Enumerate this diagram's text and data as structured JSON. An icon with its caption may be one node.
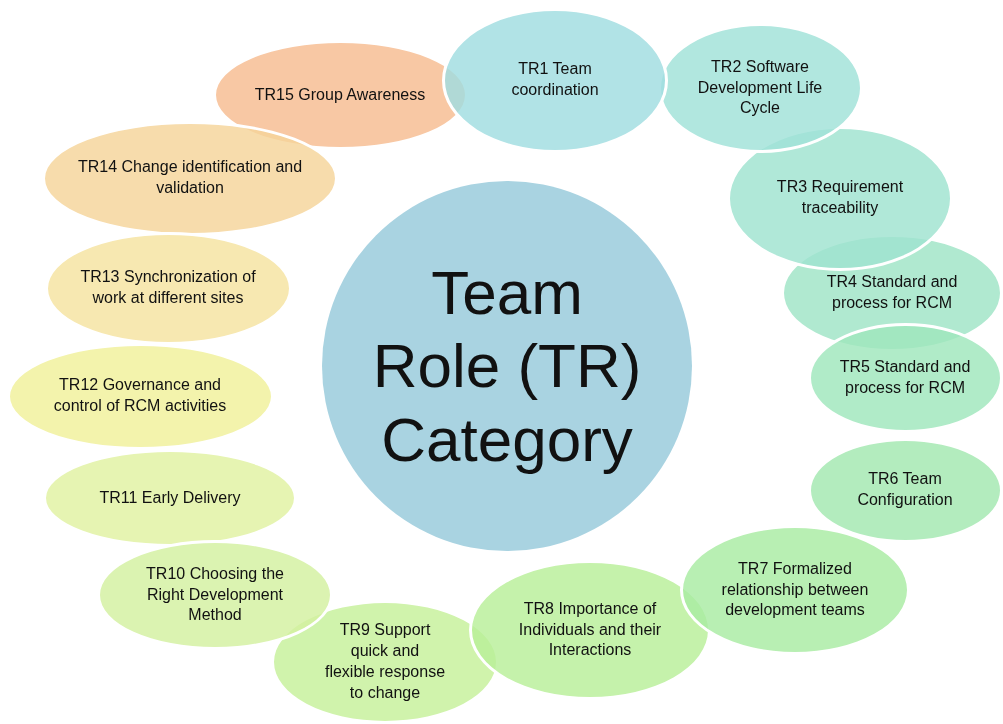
{
  "diagram": {
    "nodes": [
      {
        "text": [
          "Team Role (TR) Category"
        ]
      },
      {
        "text": [
          "TR1 Team coordination"
        ]
      },
      {
        "text": [
          "TR2 Software Development Life Cycle"
        ]
      },
      {
        "text": [
          "TR3 Requirement traceability"
        ]
      },
      {
        "text": [
          "TR4 Standard and process for RCM"
        ]
      },
      {
        "text": [
          "TR5 Standard and process for RCM"
        ]
      },
      {
        "text": [
          "TR6 Team Configuration"
        ]
      },
      {
        "text": [
          "TR7 Formalized relationship between development teams"
        ]
      },
      {
        "text": [
          "TR8 Importance of Individuals and their Interactions"
        ]
      },
      {
        "text": [
          "TR9 Support quick and flexible response to change"
        ]
      },
      {
        "text": [
          "TR10 Choosing the Right Development Method"
        ]
      },
      {
        "text": [
          "TR11 Early Delivery"
        ]
      },
      {
        "text": [
          "TR12 Governance and control of RCM activities"
        ]
      },
      {
        "text": [
          "TR13 Synchronization of work at different sites"
        ]
      },
      {
        "text": [
          "TR14 Change identification and validation"
        ]
      },
      {
        "text": [
          "TR15 Group Awareness"
        ]
      }
    ],
    "edges": []
  }
}
